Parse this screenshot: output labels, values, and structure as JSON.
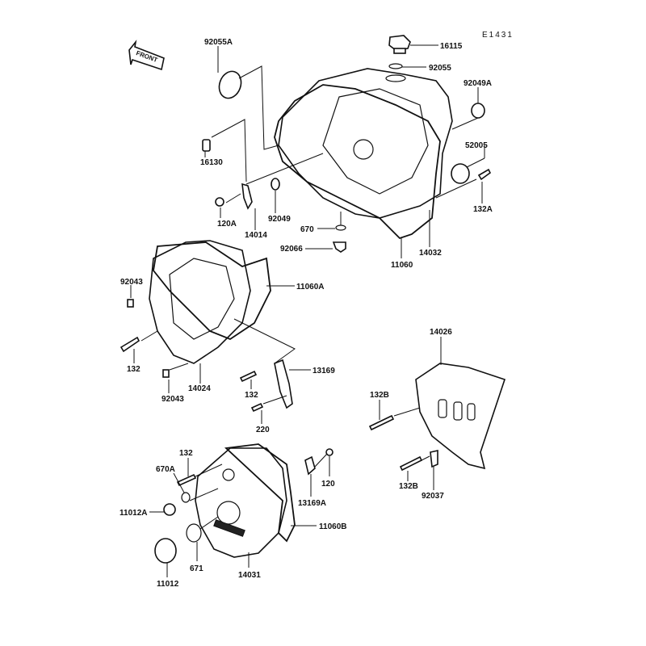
{
  "diagram": {
    "code": "E1431",
    "front_arrow": "FRONT",
    "labels": {
      "p16115": "16115",
      "p92055": "92055",
      "p92049A": "92049A",
      "p92055A": "92055A",
      "p16130": "16130",
      "p52005": "52005",
      "p132A": "132A",
      "p120A": "120A",
      "p14014": "14014",
      "p92049": "92049",
      "p670": "670",
      "p92066": "92066",
      "p14032": "14032",
      "p11060": "11060",
      "p92043a": "92043",
      "p11060A": "11060A",
      "p132a": "132",
      "p14024": "14024",
      "p92043b": "92043",
      "p13169": "13169",
      "p132b": "132",
      "p220": "220",
      "p14026": "14026",
      "p132Ba": "132B",
      "p132Bb": "132B",
      "p92037": "92037",
      "p132c": "132",
      "p670A": "670A",
      "p120": "120",
      "p13169A": "13169A",
      "p11012A": "11012A",
      "p11060B": "11060B",
      "p671": "671",
      "p14031": "14031",
      "p11012": "11012"
    }
  }
}
